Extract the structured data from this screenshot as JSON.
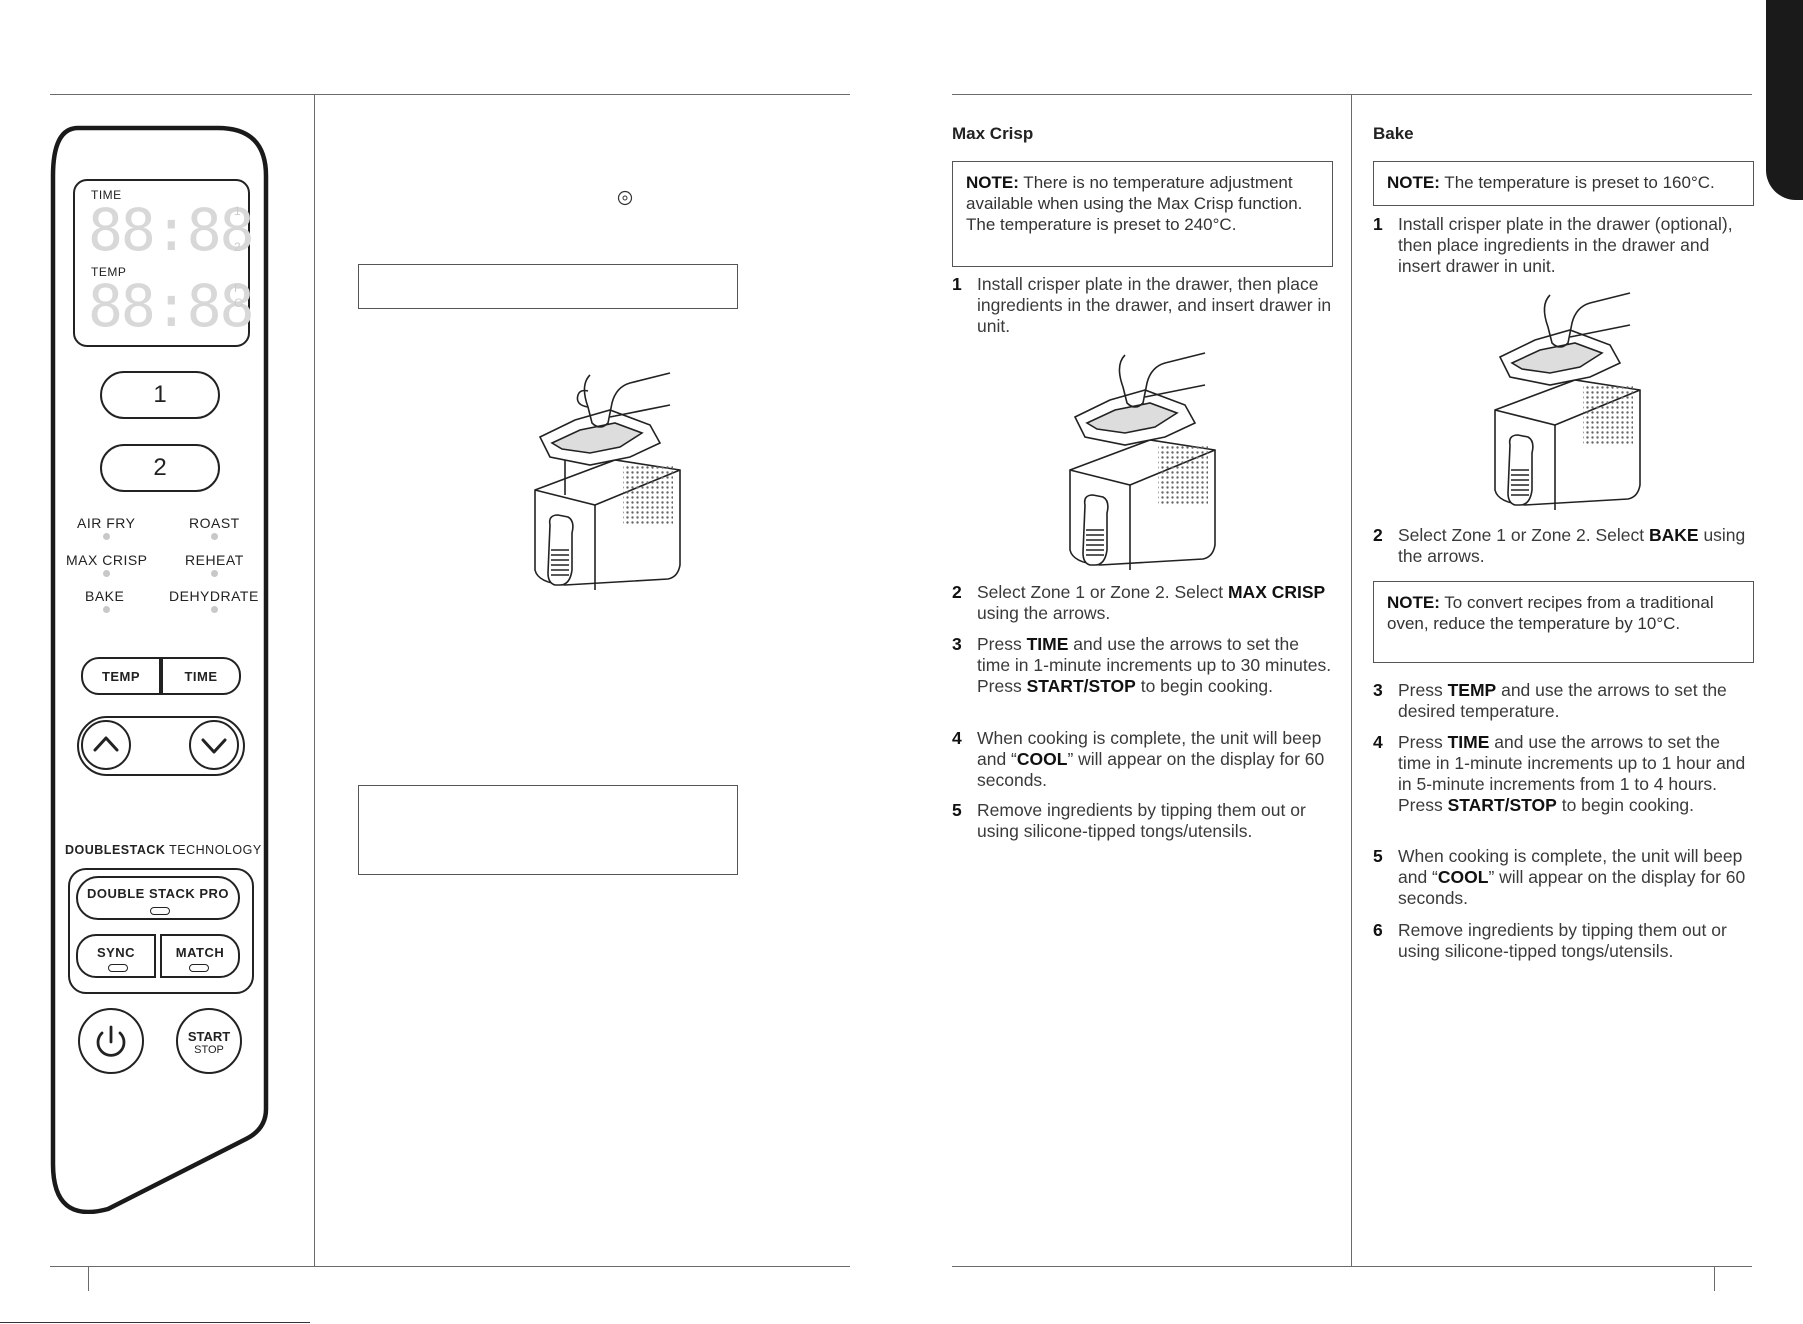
{
  "control_panel": {
    "display": {
      "time_label": "TIME",
      "temp_label": "TEMP",
      "zone1_mark": "1",
      "zone2_mark": "2",
      "unit_f": "F",
      "unit_c": "C",
      "digits": "88:88"
    },
    "zone1_label": "1",
    "zone2_label": "2",
    "functions": [
      "AIR FRY",
      "ROAST",
      "MAX CRISP",
      "REHEAT",
      "BAKE",
      "DEHYDRATE"
    ],
    "temp_button": "TEMP",
    "time_button": "TIME",
    "doublestack_brand": "DOUBLESTACK",
    "doublestack_suffix": "TECHNOLOGY",
    "double_stack_pro": "DOUBLE STACK PRO",
    "sync": "SYNC",
    "match": "MATCH",
    "start": "START",
    "stop": "STOP"
  },
  "max_crisp": {
    "heading": "Max Crisp",
    "note_label": "NOTE:",
    "note_text": " There is no temperature adjustment available when using the Max Crisp function. The temperature is preset to 240°C.",
    "steps": [
      {
        "num": "1",
        "parts": [
          [
            "Install crisper plate in the drawer, then place ingredients in the drawer, and insert drawer in unit.",
            false
          ]
        ]
      },
      {
        "num": "2",
        "parts": [
          [
            "Select Zone 1 or Zone 2. Select ",
            false
          ],
          [
            "MAX CRISP",
            true
          ],
          [
            " using the arrows.",
            false
          ]
        ]
      },
      {
        "num": "3",
        "parts": [
          [
            "Press ",
            false
          ],
          [
            "TIME",
            true
          ],
          [
            " and use the arrows to set the time in 1-minute increments up to 30 minutes. Press ",
            false
          ],
          [
            "START/STOP",
            true
          ],
          [
            " to begin cooking.",
            false
          ]
        ]
      },
      {
        "num": "4",
        "parts": [
          [
            "When cooking is complete, the unit will beep and “",
            false
          ],
          [
            "COOL",
            true
          ],
          [
            "” will appear on the display for 60 seconds.",
            false
          ]
        ]
      },
      {
        "num": "5",
        "parts": [
          [
            "Remove ingredients by tipping them out or using silicone-tipped tongs/utensils.",
            false
          ]
        ]
      }
    ]
  },
  "bake": {
    "heading": "Bake",
    "note1_label": "NOTE:",
    "note1_text": " The temperature is preset to 160°C.",
    "note2_label": "NOTE:",
    "note2_text": " To convert recipes from a traditional oven, reduce the temperature by 10°C.",
    "steps": [
      {
        "num": "1",
        "parts": [
          [
            "Install crisper plate in the drawer (optional), then place ingredients in the drawer and insert drawer in unit.",
            false
          ]
        ]
      },
      {
        "num": "2",
        "parts": [
          [
            "Select Zone 1 or Zone 2. Select ",
            false
          ],
          [
            "BAKE",
            true
          ],
          [
            " using the arrows.",
            false
          ]
        ]
      },
      {
        "num": "3",
        "parts": [
          [
            "Press ",
            false
          ],
          [
            "TEMP",
            true
          ],
          [
            " and use the arrows to set the desired temperature.",
            false
          ]
        ]
      },
      {
        "num": "4",
        "parts": [
          [
            "Press ",
            false
          ],
          [
            "TIME",
            true
          ],
          [
            " and use the arrows to set the time in 1-minute increments up to 1 hour and in 5-minute increments from 1 to 4 hours. Press ",
            false
          ],
          [
            "START/STOP",
            true
          ],
          [
            " to begin cooking.",
            false
          ]
        ]
      },
      {
        "num": "5",
        "parts": [
          [
            "When cooking is complete, the unit will beep and “",
            false
          ],
          [
            "COOL",
            true
          ],
          [
            "” will appear on the display for 60 seconds.",
            false
          ]
        ]
      },
      {
        "num": "6",
        "parts": [
          [
            "Remove ingredients by tipping them out or using silicone-tipped tongs/utensils.",
            false
          ]
        ]
      }
    ]
  }
}
